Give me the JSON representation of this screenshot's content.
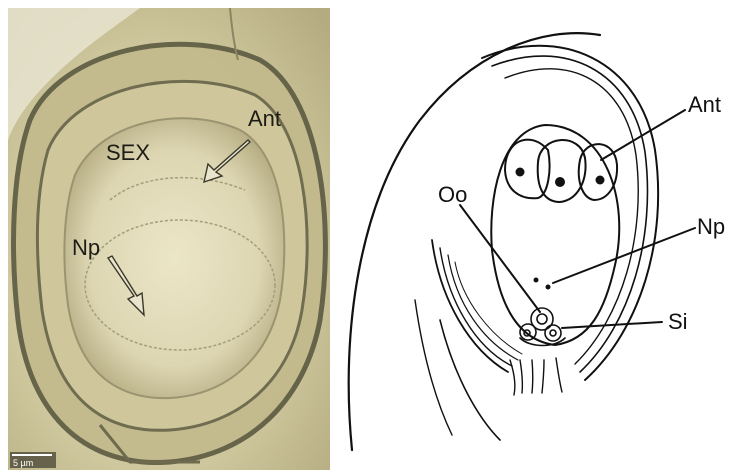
{
  "micrograph": {
    "labels": {
      "sex": "SEX",
      "ant": "Ant",
      "np": "Np"
    },
    "scale_bar_text": "5 µm",
    "colors": {
      "background": "#c9c29a",
      "tissue_dark": "#6b6a4c"
    }
  },
  "drawing": {
    "labels": {
      "ant": "Ant",
      "oo": "Oo",
      "np": "Np",
      "si": "Si"
    },
    "colors": {
      "ink": "#111111",
      "paper": "#ffffff"
    }
  }
}
